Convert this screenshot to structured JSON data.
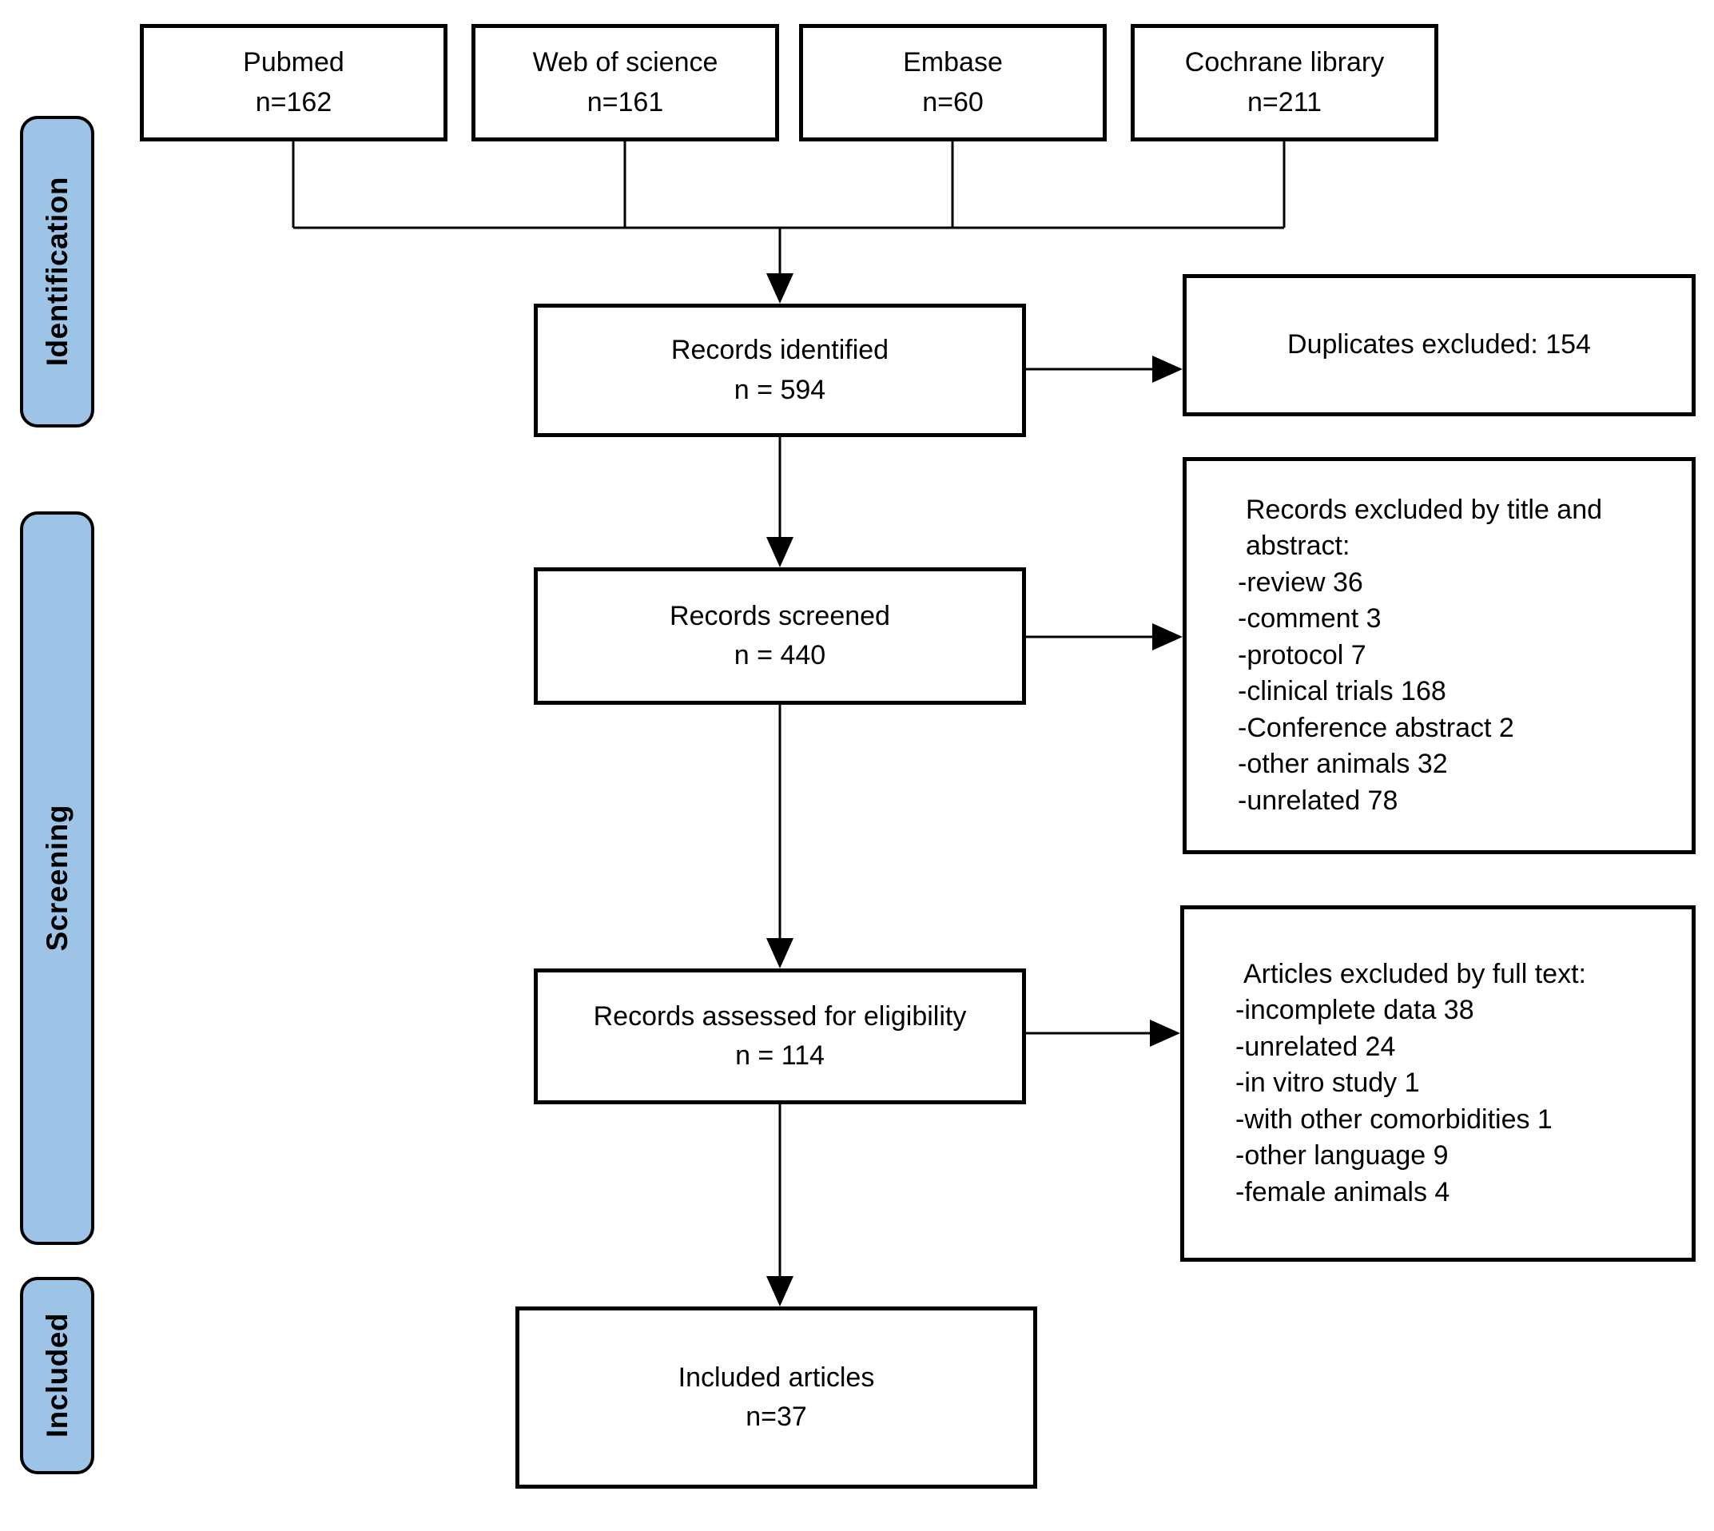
{
  "colors": {
    "stage_fill": "#9DC3E6",
    "stage_border": "#000000",
    "box_border": "#000000",
    "background": "#FFFFFF",
    "line_color": "#000000"
  },
  "stages": [
    {
      "label": "Identification"
    },
    {
      "label": "Screening"
    },
    {
      "label": "Included"
    }
  ],
  "sources": [
    {
      "name": "Pubmed",
      "count": "n=162"
    },
    {
      "name": "Web of science",
      "count": "n=161"
    },
    {
      "name": "Embase",
      "count": "n=60"
    },
    {
      "name": "Cochrane library",
      "count": "n=211"
    }
  ],
  "flow": {
    "identified": {
      "line1": "Records identified",
      "line2": "n = 594"
    },
    "screened": {
      "line1": "Records screened",
      "line2": "n = 440"
    },
    "assessed": {
      "line1": "Records assessed for eligibility",
      "line2": "n = 114"
    },
    "included": {
      "line1": "Included articles",
      "line2": "n=37"
    }
  },
  "exclusions": {
    "duplicates": {
      "text": "Duplicates excluded: 154"
    },
    "title_abstract": {
      "title": "Records excluded by title and abstract:",
      "items": [
        "-review 36",
        "-comment 3",
        "-protocol 7",
        "-clinical trials 168",
        "-Conference abstract 2",
        "-other animals 32",
        "-unrelated 78"
      ]
    },
    "full_text": {
      "title": "Articles excluded by full text:",
      "items": [
        "-incomplete data 38",
        "-unrelated 24",
        "-in vitro study 1",
        "-with other comorbidities 1",
        "-other language 9",
        "-female animals 4"
      ]
    }
  }
}
